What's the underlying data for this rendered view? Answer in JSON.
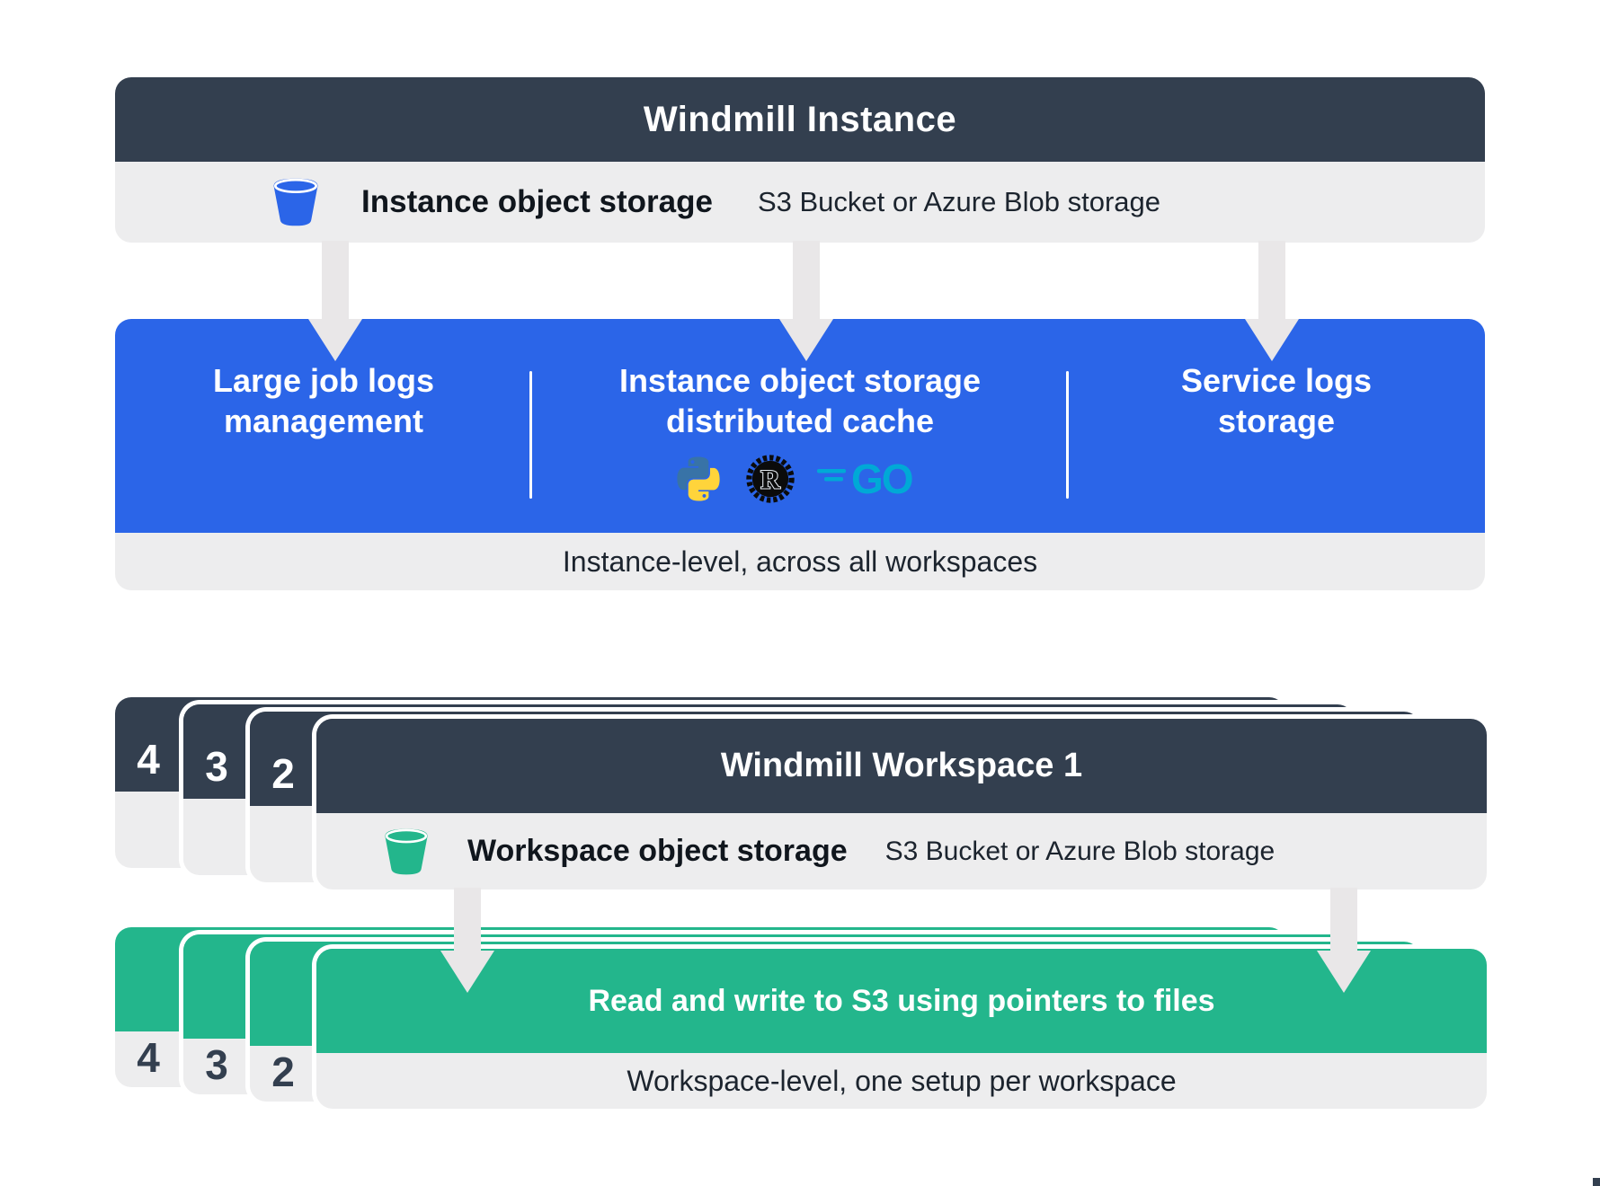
{
  "colors": {
    "dark": "#333f4f",
    "blue": "#2b65e8",
    "green": "#23b68c",
    "bar_gray": "#ededee",
    "arrow_gray": "#e9e7e8",
    "python_blue": "#3873a7",
    "python_yellow": "#ffd43b",
    "rust_black": "#0b0b0b",
    "go_cyan": "#00a9d6"
  },
  "instance": {
    "title": "Windmill Instance",
    "storage": {
      "label": "Instance object storage",
      "sublabel": "S3 Bucket or Azure Blob storage"
    },
    "features": [
      {
        "label": "Large job logs\nmanagement"
      },
      {
        "label": "Instance object storage\ndistributed cache"
      },
      {
        "label": "Service logs\nstorage"
      }
    ],
    "caption": "Instance-level, across all workspaces"
  },
  "workspace": {
    "tabs": [
      "4",
      "3",
      "2"
    ],
    "title": "Windmill Workspace 1",
    "storage": {
      "label": "Workspace object storage",
      "sublabel": "S3 Bucket or Azure Blob storage"
    },
    "action": {
      "tabs": [
        "4",
        "3",
        "2"
      ],
      "title": "Read and write to S3 using pointers to files",
      "caption": "Workspace-level, one setup per workspace"
    }
  },
  "icons": {
    "go_label": "GO",
    "rust_letter": "R"
  }
}
